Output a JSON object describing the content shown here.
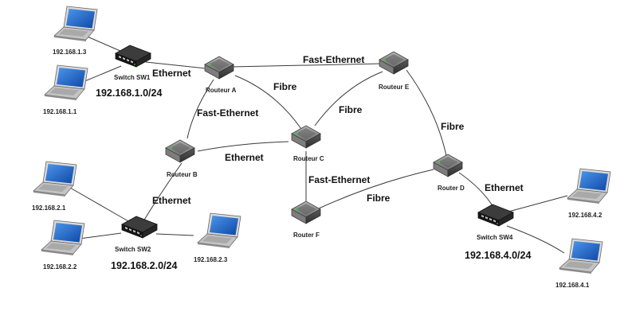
{
  "laptops": {
    "pc_1_3": "192.168.1.3",
    "pc_1_1": "192.168.1.1",
    "pc_2_1": "192.168.2.1",
    "pc_2_2": "192.168.2.2",
    "pc_2_3": "192.168.2.3",
    "pc_4_2": "192.168.4.2",
    "pc_4_1": "192.168.4.1"
  },
  "switches": {
    "sw1": "Switch SW1",
    "sw2": "Switch SW2",
    "sw4": "Switch SW4"
  },
  "routers": {
    "a": "Routeur A",
    "b": "Routeur B",
    "c": "Routeur C",
    "d": "Router D",
    "e": "Routeur E",
    "f": "Router F"
  },
  "links": {
    "sw1_a": "Ethernet",
    "a_e": "Fast-Ethernet",
    "a_c": "Fibre",
    "a_b": "Fast-Ethernet",
    "b_c": "Ethernet",
    "c_e": "Fibre",
    "e_d": "Fibre",
    "c_f": "Fast-Ethernet",
    "f_d": "Fibre",
    "b_sw2": "Ethernet",
    "d_sw4": "Ethernet"
  },
  "networks": {
    "net1": "192.168.1.0/24",
    "net2": "192.168.2.0/24",
    "net4": "192.168.4.0/24"
  },
  "colors": {
    "laptop_screen": "#1f66c8",
    "laptop_body": "#c9c9c9",
    "router_body": "#8a8a8a",
    "switch_body": "#1b1b1b",
    "port_led": "#39c43a",
    "link": "#3a3a3a"
  }
}
